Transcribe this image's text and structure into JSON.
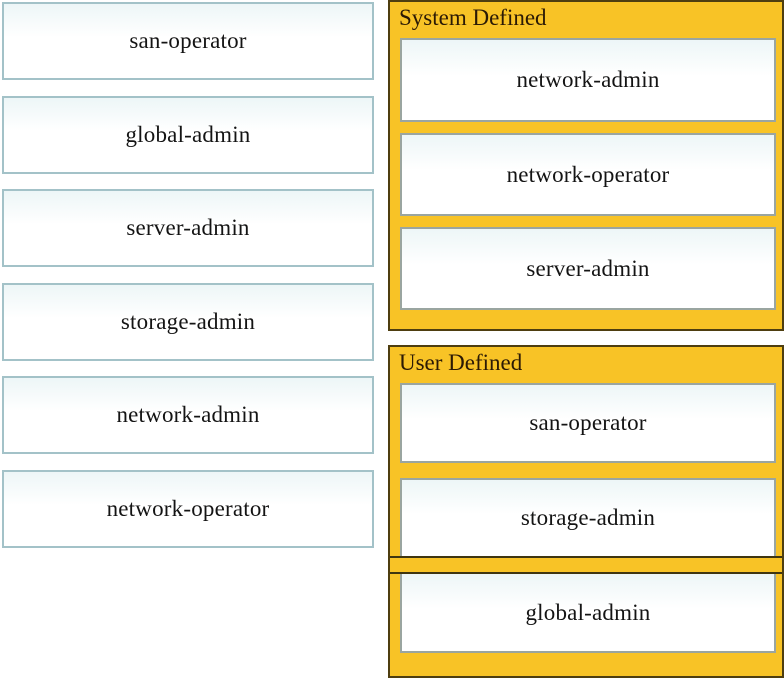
{
  "colors": {
    "container_fill": "#F8C326",
    "container_border": "#4E3E10",
    "slot_border": "#9AA5A0",
    "item_border": "#A3C2C8",
    "seam_color": "#3F3510",
    "header_text": "#2B1A05",
    "label_text": "#141414"
  },
  "left_column": {
    "items": [
      {
        "label": "san-operator"
      },
      {
        "label": "global-admin"
      },
      {
        "label": "server-admin"
      },
      {
        "label": "storage-admin"
      },
      {
        "label": "network-admin"
      },
      {
        "label": "network-operator"
      }
    ]
  },
  "system_defined": {
    "title": "System Defined",
    "items": [
      {
        "label": "network-admin"
      },
      {
        "label": "network-operator"
      },
      {
        "label": "server-admin"
      }
    ]
  },
  "user_defined": {
    "title": "User Defined",
    "items": [
      {
        "label": "san-operator"
      },
      {
        "label": "storage-admin"
      },
      {
        "label": "global-admin"
      }
    ]
  }
}
